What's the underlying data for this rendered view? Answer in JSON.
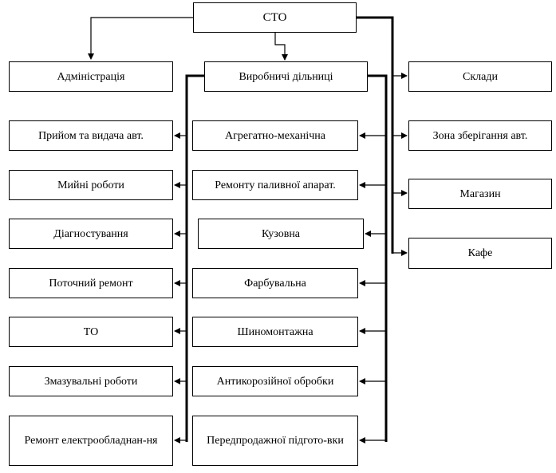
{
  "root": "СТО",
  "administration": "Адміністрація",
  "production": "Виробничі дільниці",
  "right_column": [
    "Склади",
    "Зона зберігання авт.",
    "Магазин",
    "Кафе"
  ],
  "left_column": [
    "Прийом та видача авт.",
    "Мийні роботи",
    "Діагностування",
    "Поточний ремонт",
    "ТО",
    "Змазувальні роботи",
    "Ремонт електрообладнан-ня"
  ],
  "middle_column": [
    "Агрегатно-механічна",
    "Ремонту паливної апарат.",
    "Кузовна",
    "Фарбувальна",
    "Шиномонтажна",
    "Антикорозійної обробки",
    "Передпродажної підгото-вки"
  ]
}
